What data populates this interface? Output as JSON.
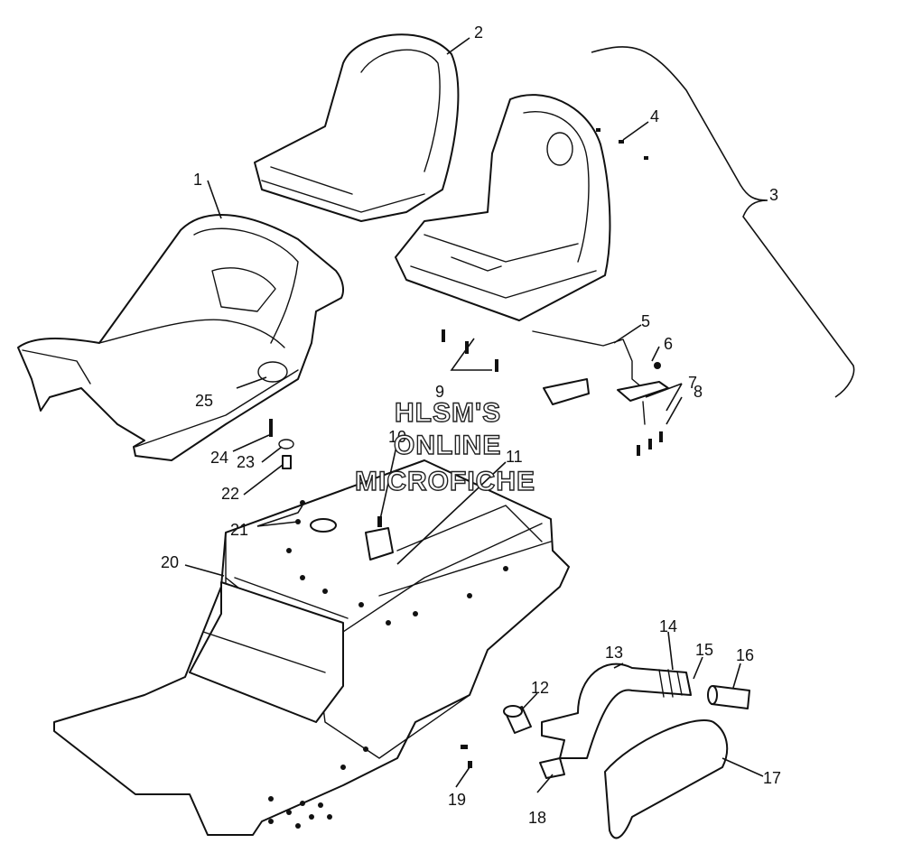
{
  "callouts": {
    "c1": "1",
    "c2": "2",
    "c3": "3",
    "c4": "4",
    "c5": "5",
    "c6": "6",
    "c7": "7",
    "c8": "8",
    "c9": "9",
    "c10": "10",
    "c11": "11",
    "c12": "12",
    "c13": "13",
    "c14": "14",
    "c15": "15",
    "c16": "16",
    "c17": "17",
    "c18": "18",
    "c19": "19",
    "c20": "20",
    "c21": "21",
    "c22": "22",
    "c23": "23",
    "c24": "24",
    "c25": "25"
  },
  "watermark": {
    "line1": "HLSM'S",
    "line2": "ONLINE",
    "line3": "MICROFICHE"
  }
}
